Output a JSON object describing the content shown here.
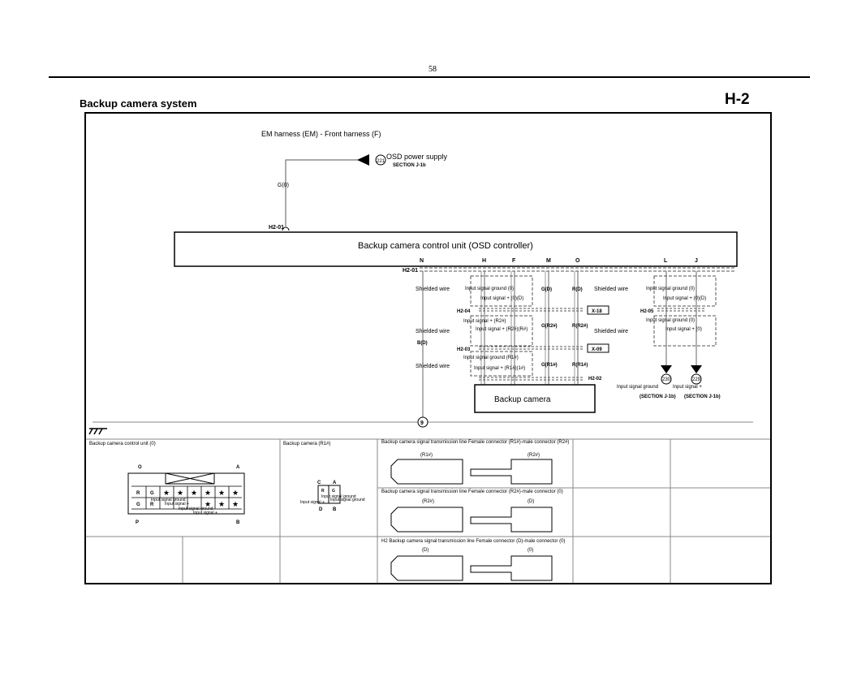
{
  "page_number": "58",
  "page_title": "Backup camera system",
  "section_code": "H-2",
  "harness_title": "EM harness (EM) - Front harness (F)",
  "osd_power": {
    "code": "221",
    "label": "OSD power supply",
    "section": "SECTION J-1b"
  },
  "wire_top": "G(0)",
  "connector_h2_01_top": "H2-01",
  "pin_p": "P",
  "control_unit_label": "Backup camera control unit (OSD controller)",
  "connector_h2_01_bottom": "H2-01",
  "pins_top": [
    "N",
    "H",
    "F",
    "M",
    "O",
    "L",
    "J"
  ],
  "shielded_wire": [
    "Shielded wire",
    "Shielded wire",
    "Shielded wire",
    "Shielded wire",
    "Shielded wire"
  ],
  "signals": {
    "g1": "Input signal ground (0)",
    "p1": "Input signal + (0)(D)",
    "p2": "Input signal + (R2#)",
    "p3": "Input signal + (R2#)(R#)",
    "g2": "Input signal ground (R1#)",
    "p4": "Input signal + (R1#)(1#)",
    "rg1": "Input signal ground (0)",
    "rp1": "Input signal + (0)(D)",
    "rg2": "Input signal ground (0)",
    "rp2": "Input signal + (0)"
  },
  "connectors": {
    "h2_04": "H2-04",
    "h2_03": "H2-03",
    "h2_05": "H2-05",
    "h2_02": "H2-02",
    "x18": "X-18",
    "x09": "X-09"
  },
  "wire_labels": {
    "gd": "G(D)",
    "rd": "R(D)",
    "gr2": "G(R2#)",
    "rr2": "R(R2#)",
    "gr1": "G(R1#)",
    "rr1": "R(R1#)",
    "bd": "B(D)"
  },
  "pins_bottom": [
    "B",
    "D",
    "A",
    "C"
  ],
  "camera_label": "Backup camera",
  "ground_refs": [
    {
      "code": "230",
      "label": "Input signal ground",
      "section": "(SECTION J-1b)"
    },
    {
      "code": "229",
      "label": "Input signal +",
      "section": "(SECTION J-1b)"
    }
  ],
  "ground_node": "9",
  "table": {
    "c1_title": "Backup camera control unit (0)",
    "c1_pin_o": "O",
    "c1_pin_a": "A",
    "c1_pin_p": "P",
    "c1_pin_b": "B",
    "c1_r": "R",
    "c1_g": "G",
    "c1_g2": "G",
    "c1_r2": "R",
    "c1_sig1": "Input signal ground",
    "c1_sig2": "Input signal +",
    "c1_sig3": "Input signal ground",
    "c1_sig4": "Input signal +",
    "c2_title": "Backup camera (R1#)",
    "c2_c": "C",
    "c2_a": "A",
    "c2_d": "D",
    "c2_b": "B",
    "c2_r": "R",
    "c2_g": "G",
    "c2_s1": "Input signal +",
    "c2_s2": "Input signal ground",
    "c2_s3": "Input signal ground",
    "r1_title": "Backup camera signal transmission line Female connector (R1#)-male connector (R2#)",
    "r1_left": "(R1#)",
    "r1_right": "(R2#)",
    "r2_title": "Backup camera signal transmission line Female connector (R2#)-male connector (0)",
    "r2_left": "(R2#)",
    "r2_right": "(D)",
    "r3_title": "H2 Backup camera signal transmission line Female connector (D)-male connector (0)",
    "r3_left": "(D)",
    "r3_right": "(0)"
  }
}
